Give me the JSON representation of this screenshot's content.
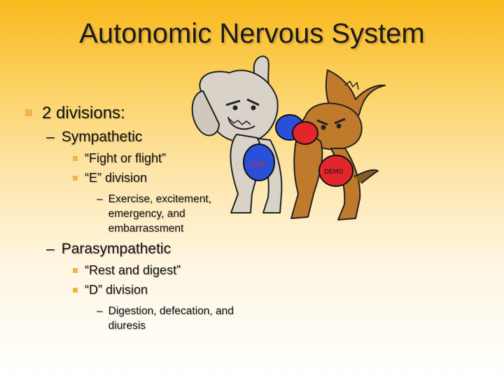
{
  "slide": {
    "title": "Autonomic Nervous System",
    "bullet_main": "2 divisions:",
    "sympathetic": {
      "label": "Sympathetic",
      "items": [
        "“Fight or flight”",
        "“E” division"
      ],
      "detail": "Exercise, excitement, emergency, and embarrassment"
    },
    "parasympathetic": {
      "label": "Parasympathetic",
      "items": [
        "“Rest and digest”",
        "“D” division"
      ],
      "detail": "Digestion, defecation, and diuresis"
    },
    "dash": "–",
    "cartoon": {
      "elephant_glove": "GOP",
      "donkey_glove": "DEMO"
    }
  },
  "colors": {
    "accent": "#f0b54a",
    "elephant": "#d8d2c8",
    "donkey": "#c07a2c",
    "glove_blue": "#2a4fd8",
    "glove_red": "#e3262c"
  }
}
